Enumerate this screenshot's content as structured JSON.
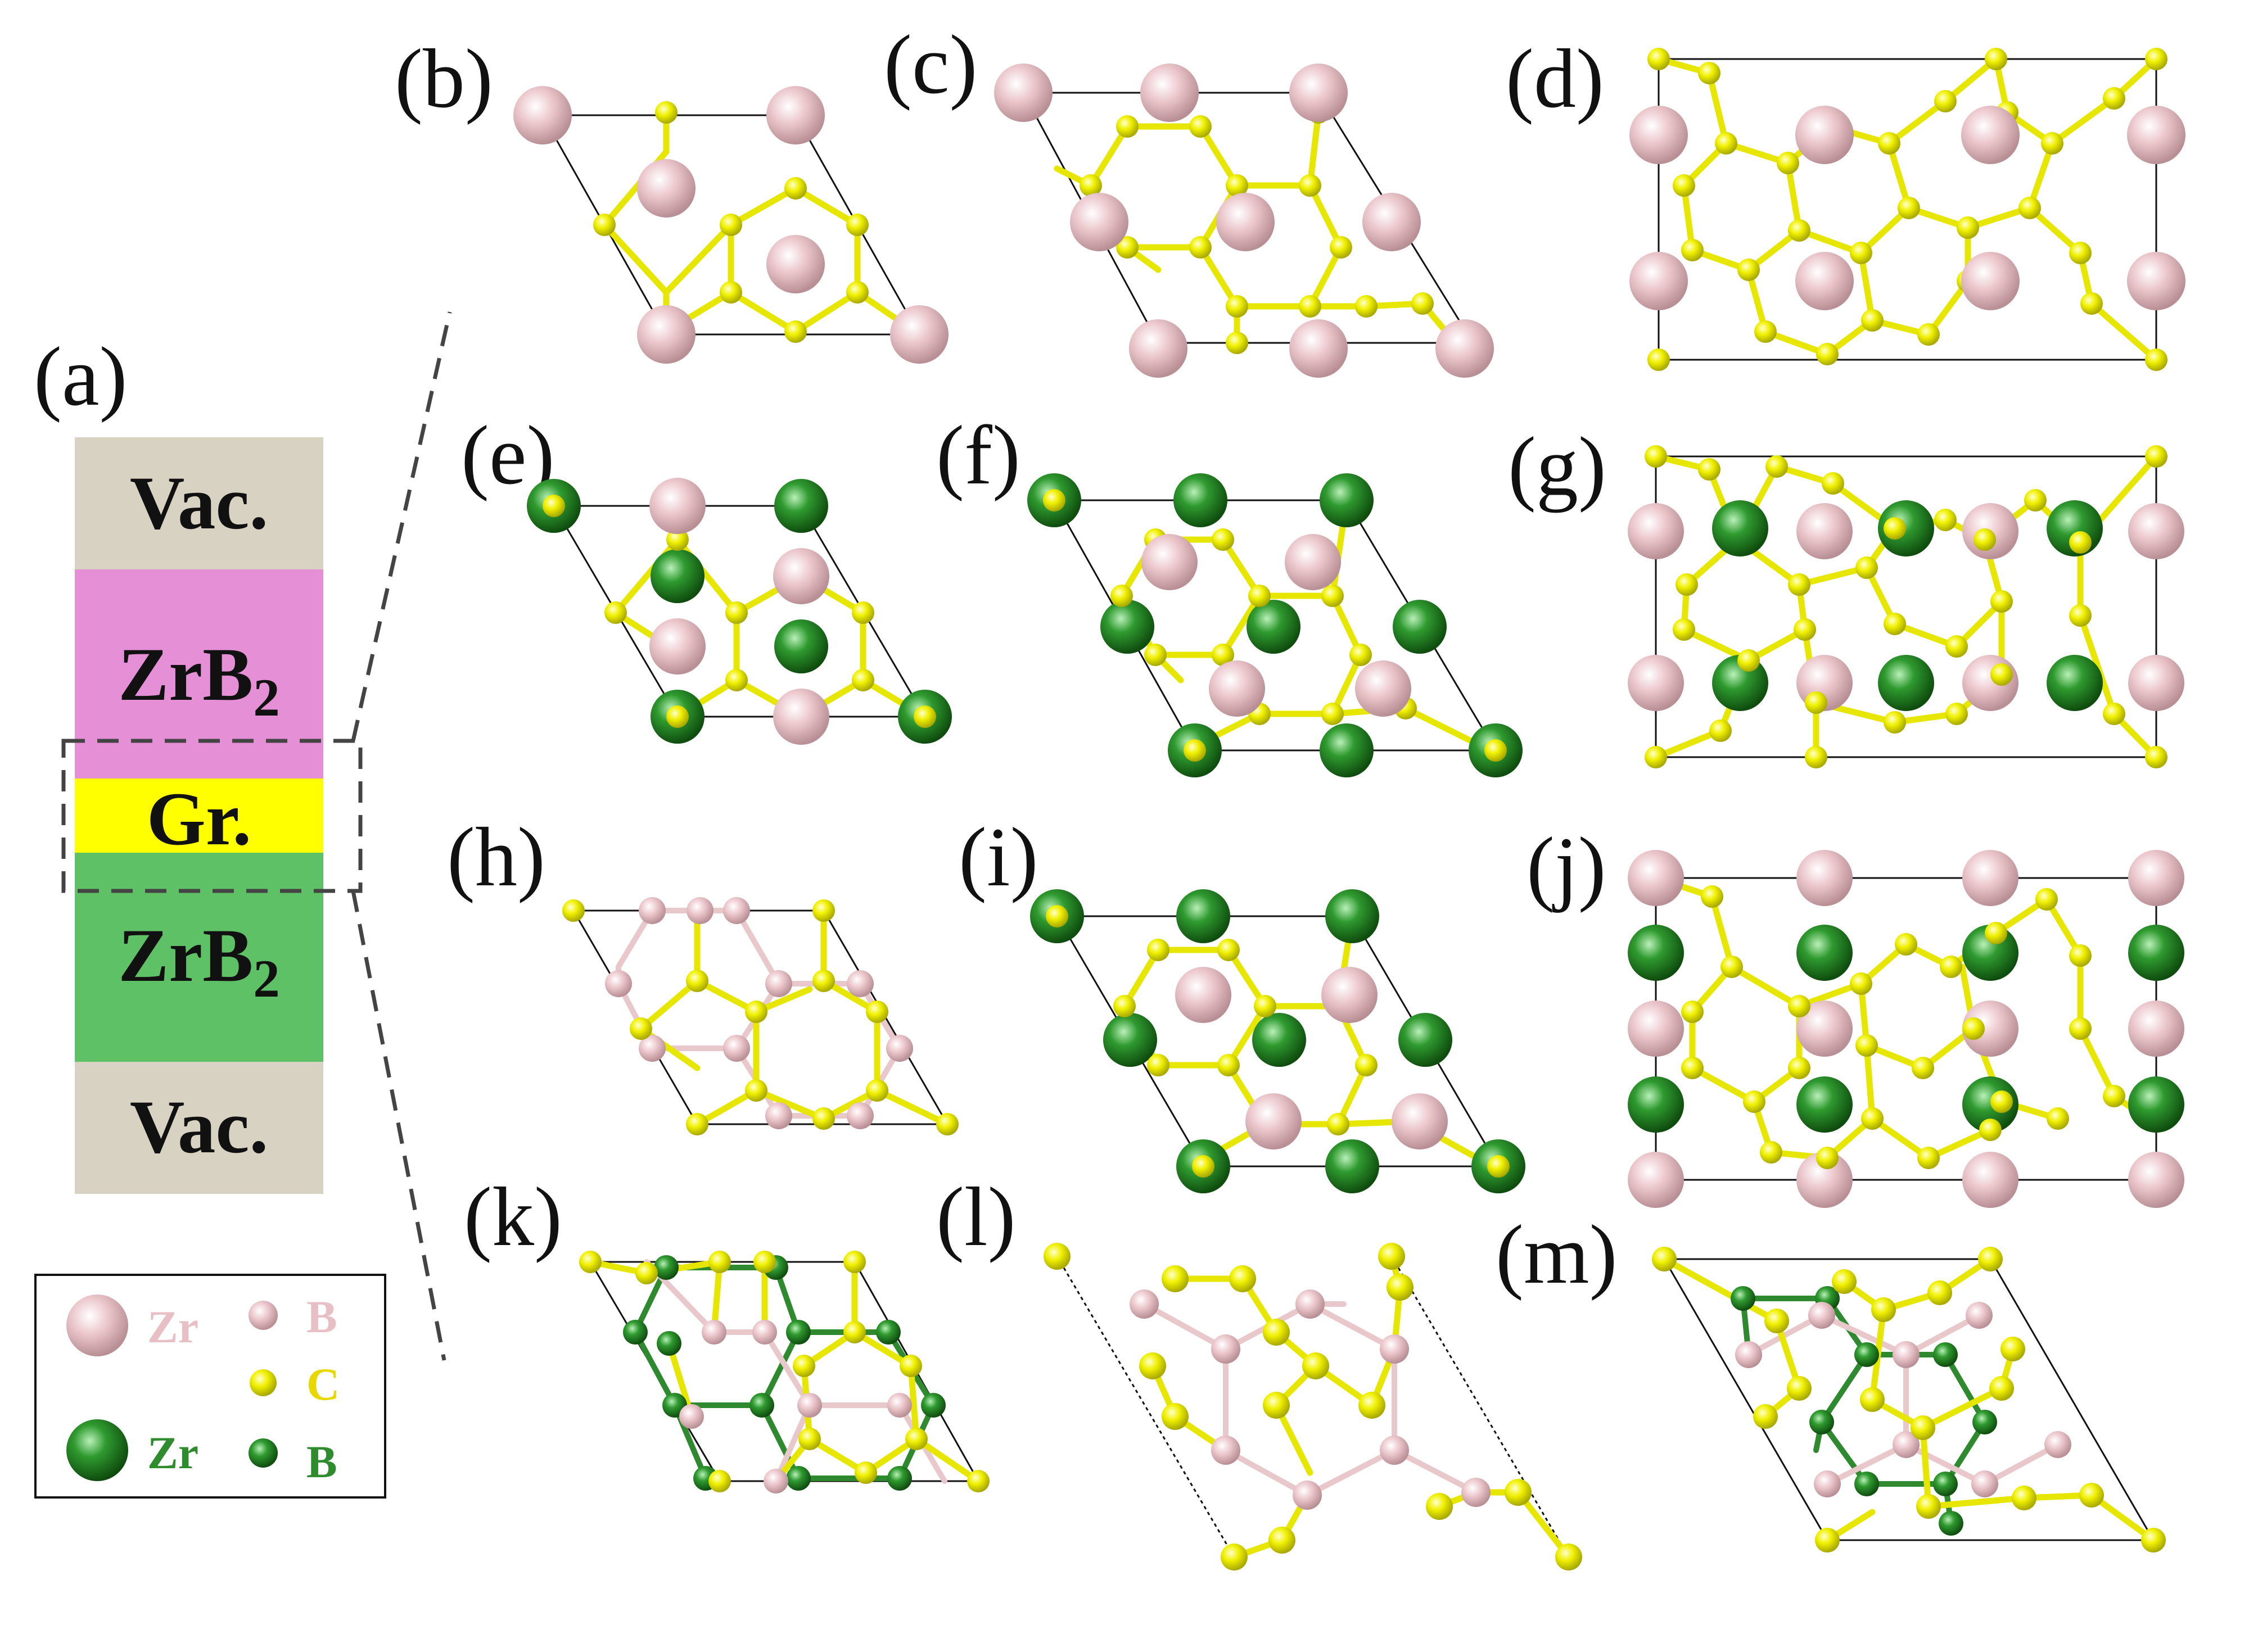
{
  "figure": {
    "panels": [
      "(a)",
      "(b)",
      "(c)",
      "(d)",
      "(e)",
      "(f)",
      "(g)",
      "(h)",
      "(i)",
      "(j)",
      "(k)",
      "(l)",
      "(m)"
    ],
    "stack_layers": [
      {
        "label": "Vac.",
        "color": "#d8d2c2"
      },
      {
        "label": "ZrB",
        "sub": "2",
        "color": "#e48fd6"
      },
      {
        "label": "Gr.",
        "color": "#ffff00"
      },
      {
        "label": "ZrB",
        "sub": "2",
        "color": "#5ec166"
      },
      {
        "label": "Vac.",
        "color": "#d8d2c2"
      }
    ],
    "legend": [
      {
        "text": "Zr",
        "color": "#e9bfc6"
      },
      {
        "text": "B",
        "color": "#e9bfc6"
      },
      {
        "text": "C",
        "color": "#e8d800"
      },
      {
        "text": "Zr",
        "color": "#2e8b2e"
      },
      {
        "text": "B",
        "color": "#2e8b2e"
      }
    ],
    "colors": {
      "zr_top": "#e9c4ca",
      "zr_bottom": "#1f7a1f",
      "carbon": "#e6e600",
      "cell_line": "#111111"
    }
  }
}
